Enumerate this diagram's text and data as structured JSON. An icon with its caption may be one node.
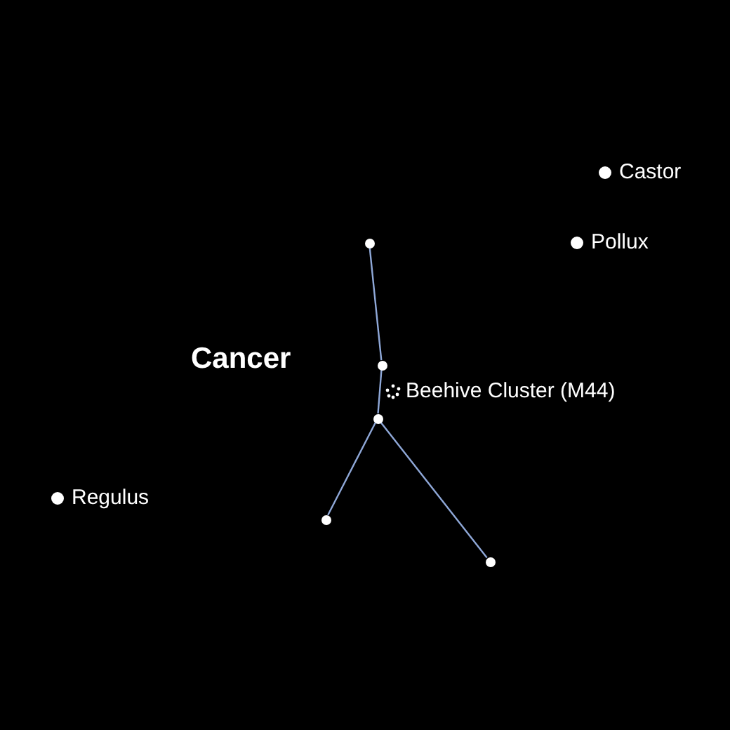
{
  "diagram": {
    "nodes": [
      {
        "text": [],
        "shape": "circle"
      },
      {
        "text": [],
        "shape": "circle"
      },
      {
        "text": [],
        "shape": "circle"
      },
      {
        "text": [],
        "shape": "circle"
      },
      {
        "text": [],
        "shape": "circle"
      }
    ],
    "edges": [
      {
        "from": 0,
        "to": 1,
        "arrow": "none"
      },
      {
        "from": 1,
        "to": 2,
        "arrow": "none"
      },
      {
        "from": 2,
        "to": 3,
        "arrow": "none"
      },
      {
        "from": 2,
        "to": 4,
        "arrow": "none"
      }
    ],
    "labels": [
      "Castor",
      "Pollux",
      "Cancer",
      "Beehive Cluster (M44)",
      "Regulus"
    ]
  }
}
